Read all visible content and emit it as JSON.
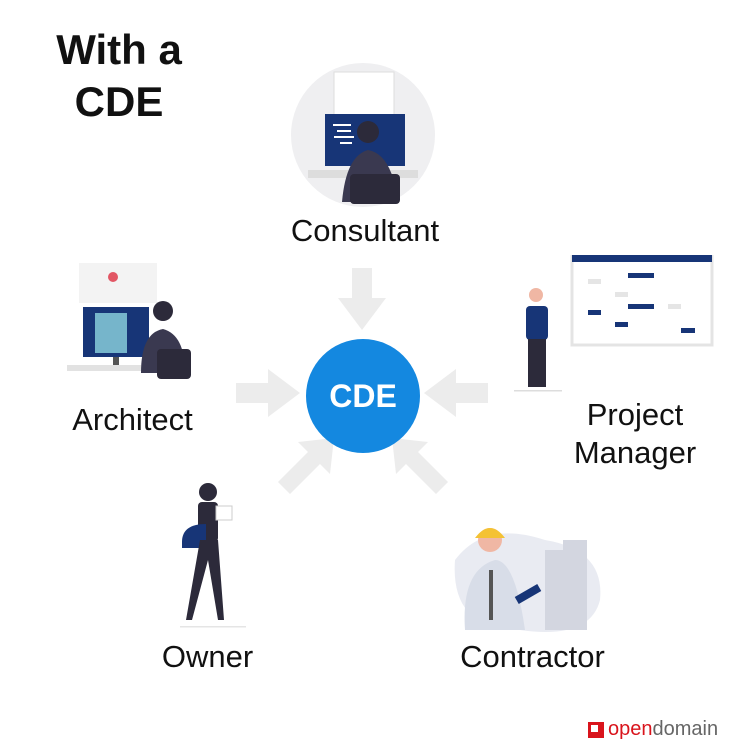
{
  "title": {
    "line1": "With a",
    "line2": "CDE"
  },
  "center": {
    "label": "CDE",
    "color": "#1488e0"
  },
  "roles": [
    {
      "id": "consultant",
      "label": "Consultant"
    },
    {
      "id": "project-manager",
      "label_line1": "Project",
      "label_line2": "Manager"
    },
    {
      "id": "contractor",
      "label": "Contractor"
    },
    {
      "id": "owner",
      "label": "Owner"
    },
    {
      "id": "architect",
      "label": "Architect"
    }
  ],
  "arrows": {
    "color": "#ececec",
    "count": 5
  },
  "brand": {
    "part1": "open",
    "part2": "domain",
    "color": "#d9141c"
  }
}
